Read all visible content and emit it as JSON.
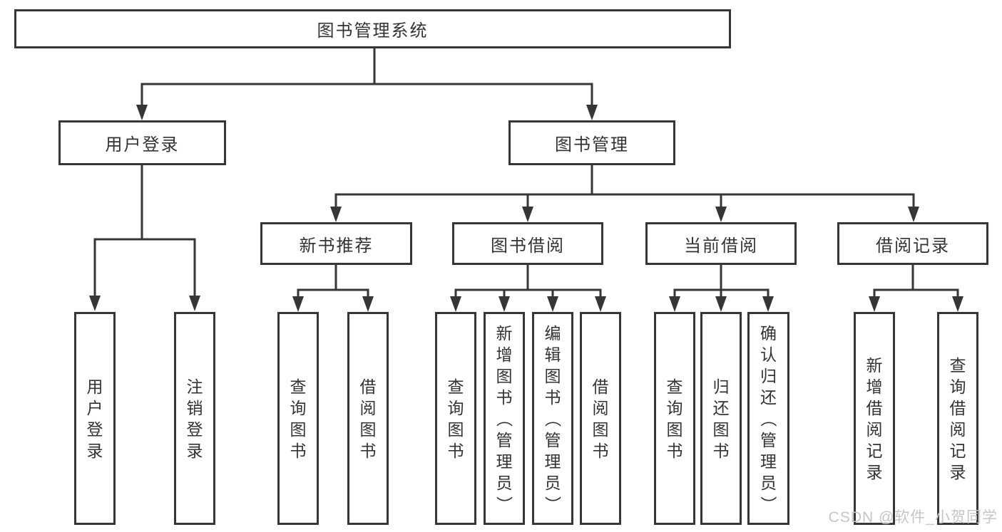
{
  "colors": {
    "line": "#363636",
    "box_border": "#363636",
    "box_background": "#ffffff",
    "text": "#333333",
    "watermark": "#c6c6c6",
    "background": "#ffffff"
  },
  "watermark": {
    "text": "CSDN @软件_小贺同学"
  },
  "diagram": {
    "type": "hierarchy",
    "title": "图书管理系统",
    "nodes": {
      "root": {
        "label": "图书管理系统"
      },
      "user_login": {
        "label": "用户登录",
        "parent": "root"
      },
      "book_management": {
        "label": "图书管理",
        "parent": "root"
      },
      "new_book_recommend": {
        "label": "新书推荐",
        "parent": "book_management"
      },
      "book_borrow": {
        "label": "图书借阅",
        "parent": "book_management"
      },
      "current_borrow": {
        "label": "当前借阅",
        "parent": "book_management"
      },
      "borrow_record": {
        "label": "借阅记录",
        "parent": "book_management"
      }
    },
    "leaves": [
      {
        "parent": "user_login",
        "label": "用户登录"
      },
      {
        "parent": "user_login",
        "label": "注销登录"
      },
      {
        "parent": "new_book_recommend",
        "label": "查询图书"
      },
      {
        "parent": "new_book_recommend",
        "label": "借阅图书"
      },
      {
        "parent": "book_borrow",
        "label": "查询图书"
      },
      {
        "parent": "book_borrow",
        "label": "新增图书（管理员）"
      },
      {
        "parent": "book_borrow",
        "label": "编辑图书（管理员）"
      },
      {
        "parent": "book_borrow",
        "label": "借阅图书"
      },
      {
        "parent": "current_borrow",
        "label": "查询图书"
      },
      {
        "parent": "current_borrow",
        "label": "归还图书"
      },
      {
        "parent": "current_borrow",
        "label": "确认归还（管理员）"
      },
      {
        "parent": "borrow_record",
        "label": "新增借阅记录"
      },
      {
        "parent": "borrow_record",
        "label": "查询借阅记录"
      }
    ]
  }
}
